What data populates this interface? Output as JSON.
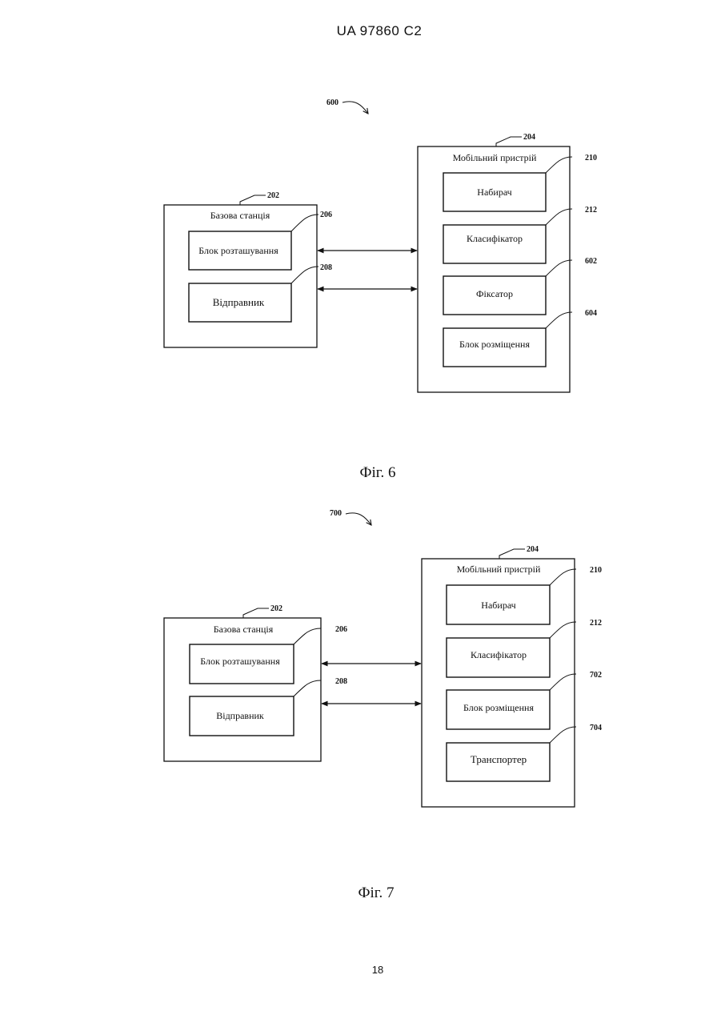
{
  "header": {
    "patent_number": "UA   97860   C2"
  },
  "figure6": {
    "ref": "600",
    "caption": "Фіг. 6",
    "base_station": {
      "ref": "202",
      "title": "Базова станція",
      "blocks": [
        {
          "ref": "206",
          "label": "Блок розташування"
        },
        {
          "ref": "208",
          "label": "Відправник"
        }
      ]
    },
    "mobile_device": {
      "ref": "204",
      "title": "Мобільний пристрій",
      "blocks": [
        {
          "ref": "210",
          "label": "Набирач"
        },
        {
          "ref": "212",
          "label": "Класифікатор"
        },
        {
          "ref": "602",
          "label": "Фіксатор"
        },
        {
          "ref": "604",
          "label": "Блок розміщення"
        }
      ]
    }
  },
  "figure7": {
    "ref": "700",
    "caption": "Фіг. 7",
    "base_station": {
      "ref": "202",
      "title": "Базова станція",
      "blocks": [
        {
          "ref": "206",
          "label": "Блок розташування"
        },
        {
          "ref": "208",
          "label": "Відправник"
        }
      ]
    },
    "mobile_device": {
      "ref": "204",
      "title": "Мобільний пристрій",
      "blocks": [
        {
          "ref": "210",
          "label": "Набирач"
        },
        {
          "ref": "212",
          "label": "Класифікатор"
        },
        {
          "ref": "702",
          "label": "Блок розміщення"
        },
        {
          "ref": "704",
          "label": "Транспортер"
        }
      ]
    }
  },
  "footer": {
    "page_number": "18"
  }
}
